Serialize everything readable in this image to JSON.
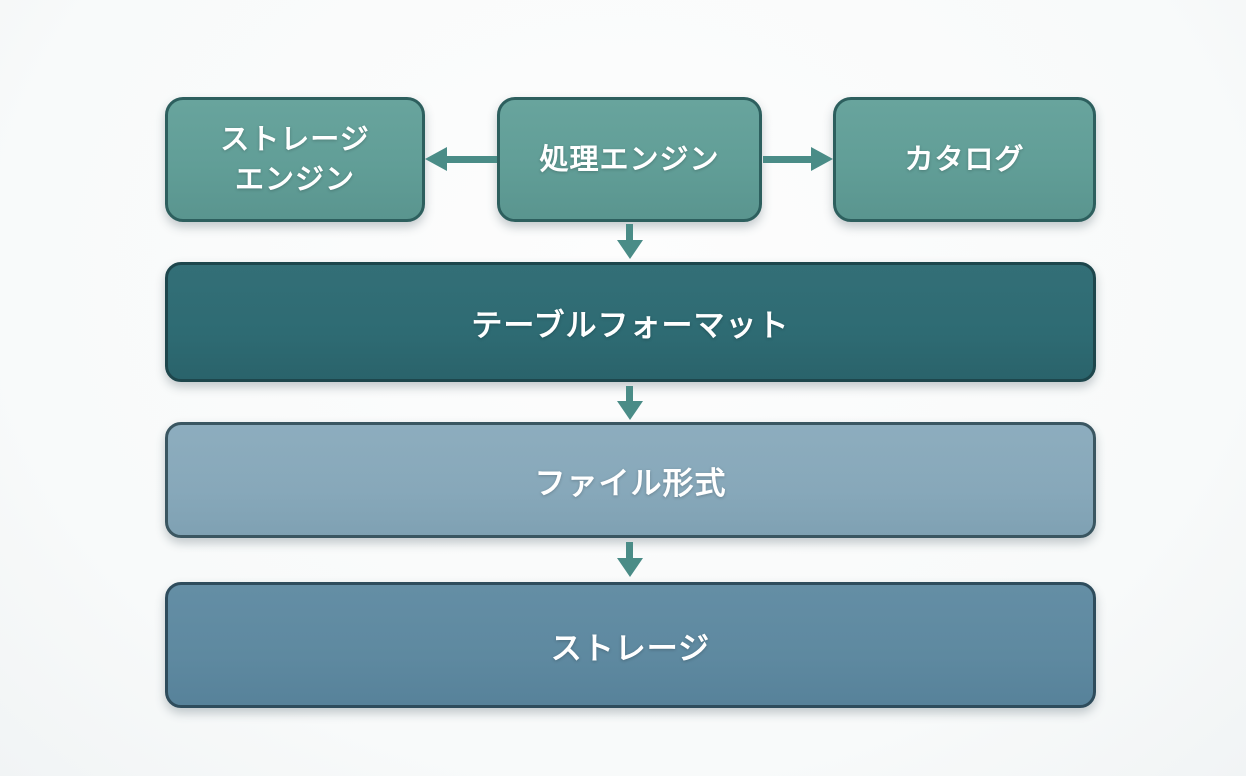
{
  "colors": {
    "background": "#f8fafa",
    "teal_box_fill": "#619e97",
    "teal_box_border": "#2d5f5e",
    "table_format_fill": "#2e6b73",
    "table_format_border": "#1d464c",
    "file_format_fill": "#87a8ba",
    "file_format_border": "#3a5661",
    "storage_fill": "#5e89a0",
    "storage_border": "#2e4c5c",
    "arrow": "#4a8c87",
    "text": "#ffffff"
  },
  "nodes": {
    "storage_engine": {
      "line1": "ストレージ",
      "line2": "エンジン"
    },
    "processing_engine": {
      "label": "処理エンジン"
    },
    "catalog": {
      "label": "カタログ"
    },
    "table_format": {
      "label": "テーブルフォーマット"
    },
    "file_format": {
      "label": "ファイル形式"
    },
    "storage": {
      "label": "ストレージ"
    }
  },
  "arrows": [
    {
      "name": "processing-engine-to-storage-engine",
      "direction": "left"
    },
    {
      "name": "processing-engine-to-catalog",
      "direction": "right"
    },
    {
      "name": "processing-engine-to-table-format",
      "direction": "down"
    },
    {
      "name": "table-format-to-file-format",
      "direction": "down"
    },
    {
      "name": "file-format-to-storage",
      "direction": "down"
    }
  ]
}
